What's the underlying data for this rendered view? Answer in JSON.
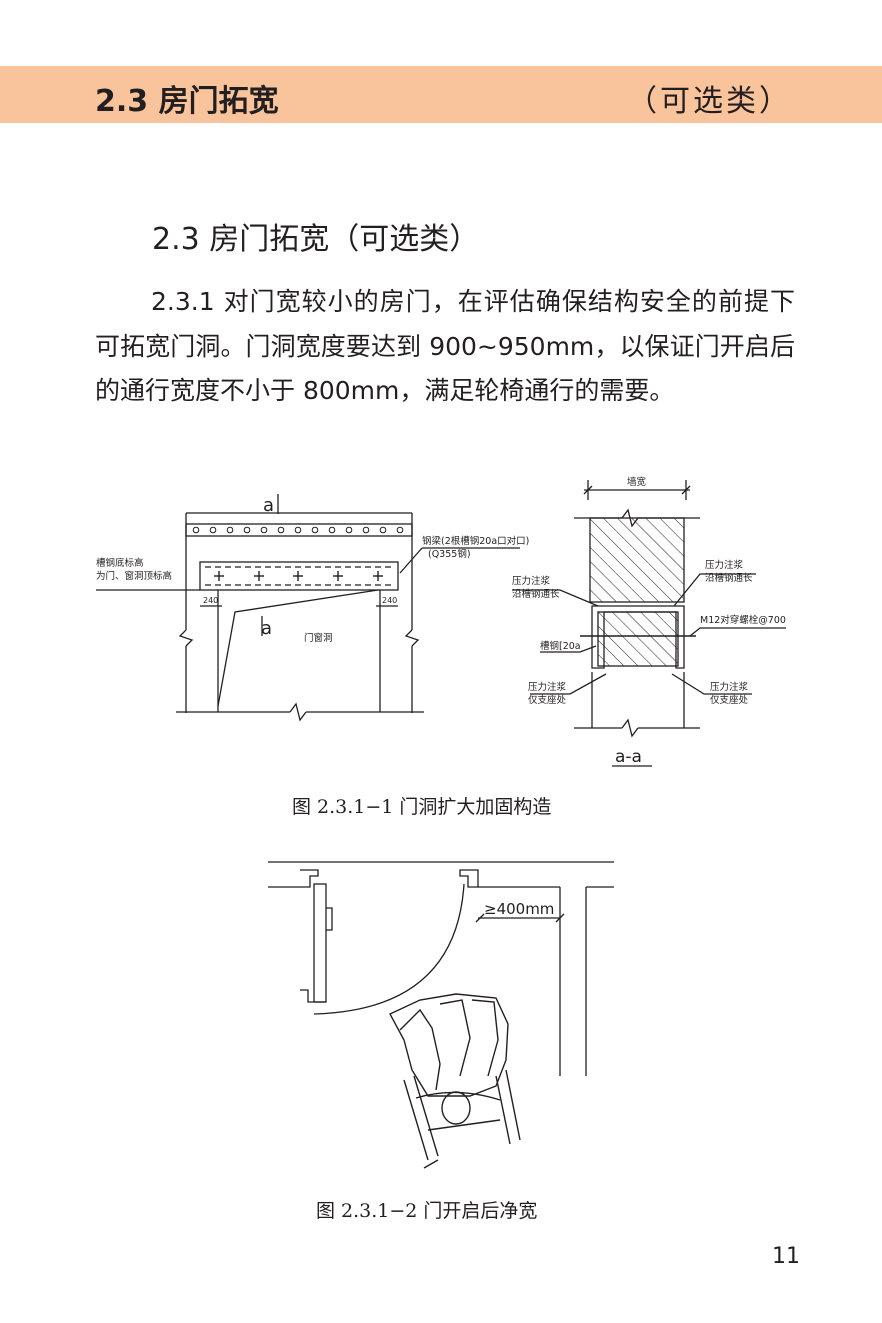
{
  "header": {
    "title": "2.3 房门拓宽",
    "tag": "（可选类）",
    "band_color": "#f9c39b"
  },
  "section": {
    "title": "2.3 房门拓宽（可选类）",
    "paragraph": "2.3.1 对门宽较小的房门，在评估确保结构安全的前提下可拓宽门洞。门洞宽度要达到 900~950mm，以保证门开启后的通行宽度不小于 800mm，满足轮椅通行的需要。"
  },
  "figure1": {
    "caption": "图 2.3.1−1  门洞扩大加固构造",
    "elevation": {
      "section_mark_top": "a",
      "section_mark_bottom": "a",
      "label_channel_height_1": "槽钢底标高",
      "label_channel_height_2": "为门、窗洞顶标高",
      "label_beam_1": "钢梁(2根槽钢20a口对口)",
      "label_beam_2": "(Q355钢)",
      "dim_left": "240",
      "dim_right": "240",
      "label_opening": "门窗洞"
    },
    "section": {
      "dim_wall_width": "墙宽",
      "label_grout_right_1": "压力注浆",
      "label_grout_right_2": "沿槽钢通长",
      "label_grout_left_1": "压力注浆",
      "label_grout_left_2": "沿槽钢通长",
      "label_bolt": "M12对穿螺栓@700",
      "label_channel": "槽钢[20a",
      "label_grout_bottom_left_1": "压力注浆",
      "label_grout_bottom_left_2": "仅支座处",
      "label_grout_bottom_right_1": "压力注浆",
      "label_grout_bottom_right_2": "仅支座处",
      "title": "a-a"
    }
  },
  "figure2": {
    "caption": "图 2.3.1−2  门开启后净宽",
    "dim_label": "≥400mm"
  },
  "page_number": "11"
}
